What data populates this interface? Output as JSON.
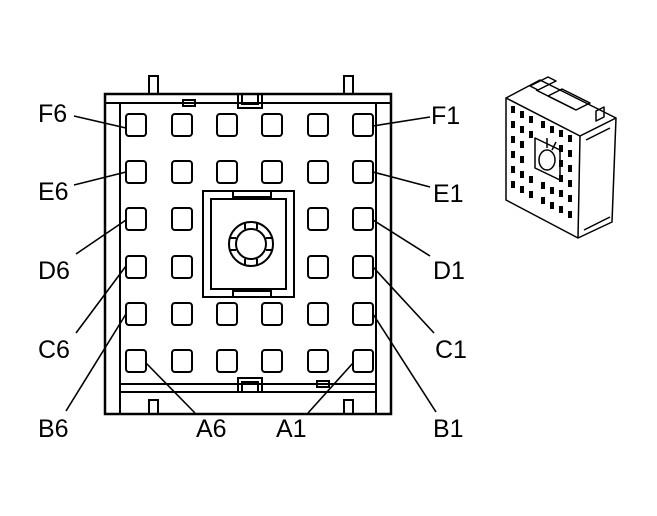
{
  "labels": {
    "F6": "F6",
    "F1": "F1",
    "E6": "E6",
    "E1": "E1",
    "D6": "D6",
    "D1": "D1",
    "C6": "C6",
    "C1": "C1",
    "B6": "B6",
    "B1": "B1",
    "A6": "A6",
    "A1": "A1"
  }
}
